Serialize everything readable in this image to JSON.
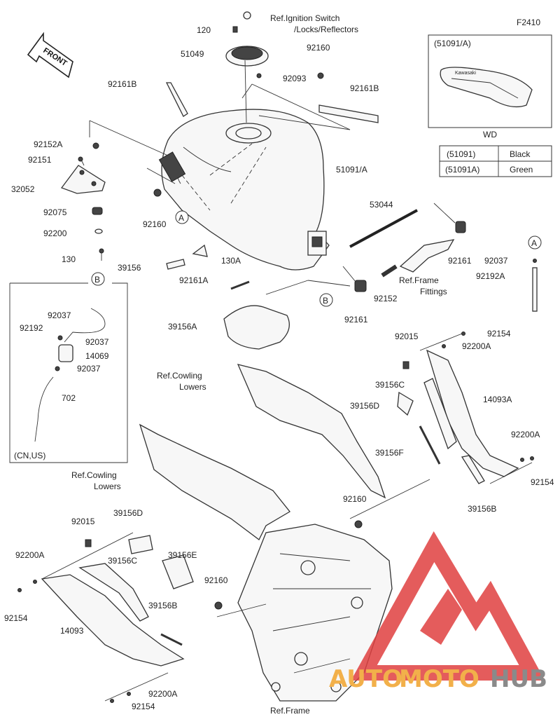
{
  "diagram_code": "F2410",
  "front_label": "FRONT",
  "refs": {
    "ignition": [
      "Ref.Ignition Switch",
      "/Locks/Reflectors"
    ],
    "cowling_1": [
      "Ref.Cowling",
      "Lowers"
    ],
    "cowling_2": [
      "Ref.Cowling",
      "Lowers"
    ],
    "frame_fittings": [
      "Ref.Frame",
      "Fittings"
    ],
    "frame": "Ref.Frame"
  },
  "inset": {
    "title": "(51091/A)",
    "caption": "WD",
    "brand": "Kawasaki"
  },
  "color_table": [
    {
      "part": "(51091)",
      "color": "Black"
    },
    {
      "part": "(51091A)",
      "color": "Green"
    }
  ],
  "callouts": {
    "A": "A",
    "B": "B"
  },
  "note_region": "(CN,US)",
  "parts": [
    "120",
    "51049",
    "92160",
    "92093",
    "92161B",
    "92161B",
    "92152A",
    "92151",
    "32052",
    "92075",
    "92200",
    "130",
    "92160",
    "39156",
    "92161A",
    "130A",
    "51091/A",
    "53044",
    "92161",
    "92037",
    "92192A",
    "92152",
    "92161",
    "39156A",
    "92037",
    "92192",
    "92037",
    "14069",
    "92037",
    "702",
    "92015",
    "92154",
    "92200A",
    "39156C",
    "39156D",
    "14093A",
    "39156F",
    "92200A",
    "92154",
    "39156B",
    "39156D",
    "92160",
    "92015",
    "92200A",
    "39156C",
    "39156E",
    "92160",
    "92154",
    "39156B",
    "14093",
    "92200A",
    "92154"
  ],
  "watermark": {
    "part1": "AUTO",
    "part2": "MOTO",
    "part3": "HUB"
  },
  "colors": {
    "line": "#333333",
    "watermark_red": "#e04040",
    "watermark_orange": "#f2b04a",
    "watermark_gray": "#8a8a8a"
  }
}
